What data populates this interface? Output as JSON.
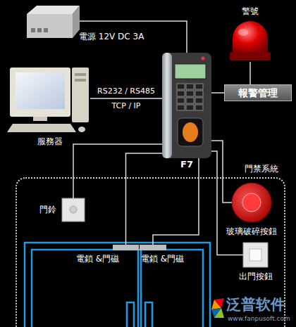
{
  "diagram": {
    "nodes": [
      {
        "text": [
          "電源 12V DC 3A"
        ]
      },
      {
        "text": [
          "警號"
        ]
      },
      {
        "text": [
          "服務器"
        ]
      },
      {
        "text": [
          "F7"
        ]
      },
      {
        "text": [
          "報警管理"
        ]
      },
      {
        "text": [
          "門禁系統"
        ]
      },
      {
        "text": [
          "門鈴"
        ],
        "in": 5
      },
      {
        "text": [
          "玻璃破碎按鈕"
        ],
        "in": 5
      },
      {
        "text": [
          "電鎖 &門磁"
        ],
        "in": 5
      },
      {
        "text": [
          "電鎖 &門磁"
        ],
        "in": 5
      },
      {
        "text": [
          "出門按鈕"
        ],
        "in": 5
      }
    ],
    "edges": [
      {
        "from": 0,
        "to": 3,
        "arrow": "none"
      },
      {
        "from": 2,
        "to": 3,
        "label": "RS232 / RS485",
        "arrow": "none"
      },
      {
        "from": 3,
        "to": 4,
        "arrow": "none"
      },
      {
        "from": 1,
        "to": 4,
        "arrow": "none"
      },
      {
        "from": 3,
        "to": 6,
        "arrow": "none"
      },
      {
        "from": 3,
        "to": 7,
        "arrow": "none"
      },
      {
        "from": 3,
        "to": 8,
        "arrow": "none"
      },
      {
        "from": 3,
        "to": 9,
        "arrow": "none"
      },
      {
        "from": 3,
        "to": 10,
        "arrow": "none"
      }
    ],
    "labels": [
      "TCP / IP",
      "泛普软件",
      "www.fanpusoft.com"
    ]
  }
}
